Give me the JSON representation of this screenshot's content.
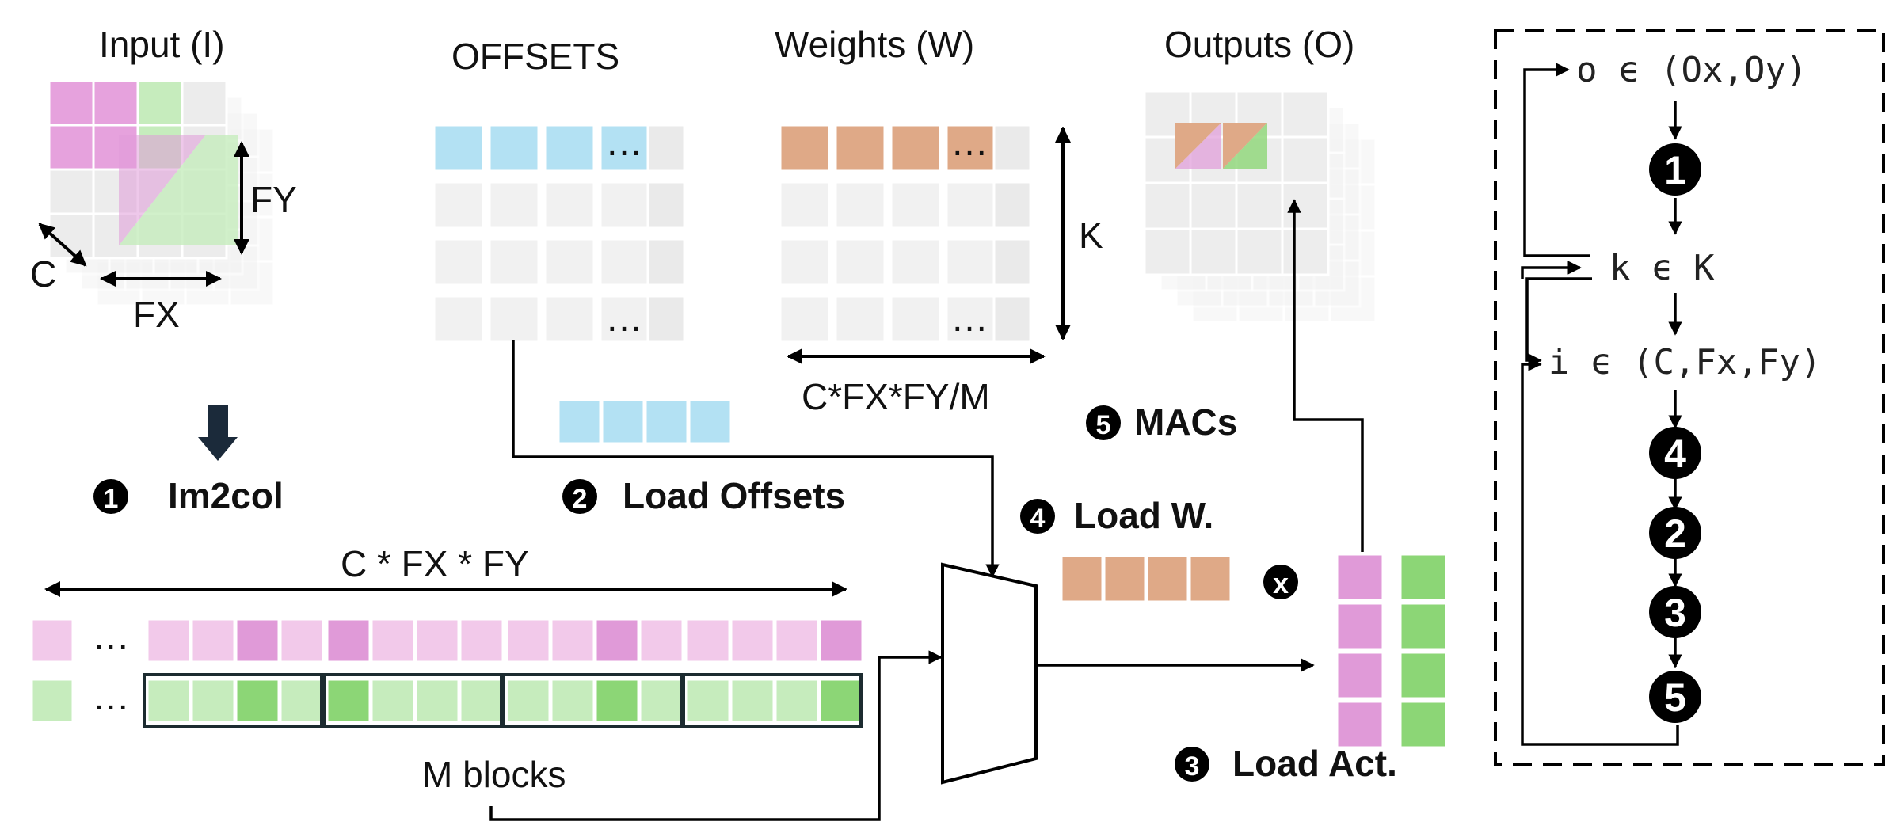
{
  "labels": {
    "input": "Input (I)",
    "offsets": "OFFSETS",
    "weights": "Weights (W)",
    "outputs": "Outputs (O)",
    "fy": "FY",
    "fx": "FX",
    "c": "C",
    "k": "K",
    "weights_width": "C*FX*FY/M",
    "im2col_width": "C * FX * FY",
    "m_blocks": "M blocks",
    "ellipsis": "…",
    "times": "x"
  },
  "steps": [
    {
      "num": "1",
      "label": "Im2col"
    },
    {
      "num": "2",
      "label": "Load Offsets"
    },
    {
      "num": "3",
      "label": "Load Act."
    },
    {
      "num": "4",
      "label": "Load W."
    },
    {
      "num": "5",
      "label": "MACs"
    }
  ],
  "loop": {
    "o_loop": "o ϵ (Ox,Oy)",
    "k_loop": "k ϵ K",
    "i_loop": "i ϵ (C,Fx,Fy)",
    "order": [
      "1",
      "4",
      "2",
      "3",
      "5"
    ]
  },
  "colors": {
    "pink_light": "#f2c9ea",
    "pink_dark": "#e09ad8",
    "green_light": "#c6ecbd",
    "green_dark": "#8cd676",
    "blue": "#b3e1f3",
    "orange": "#dfa987",
    "grey": "#ececec"
  }
}
